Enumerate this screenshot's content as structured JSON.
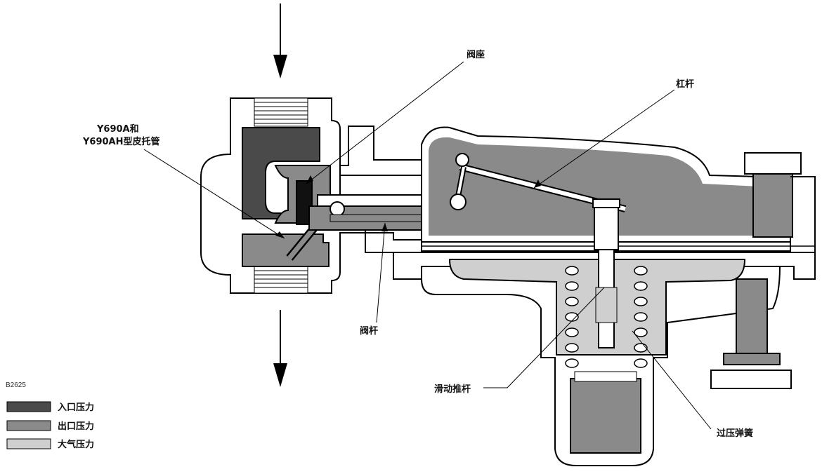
{
  "figure_code": "B2625",
  "labels": {
    "seat": "阀座",
    "lever": "杠杆",
    "pitot_line1": "Y690A和",
    "pitot_line2": "Y690AH型皮托管",
    "stem": "阀杆",
    "pusher": "滑动推杆",
    "relief_spring": "过压弹簧"
  },
  "legend": [
    {
      "label": "入口压力",
      "color": "#4a4a4a"
    },
    {
      "label": "出口压力",
      "color": "#8a8a8a"
    },
    {
      "label": "大气压力",
      "color": "#cfcfcf"
    }
  ],
  "colors": {
    "inlet": "#4a4a4a",
    "outlet": "#8a8a8a",
    "atmospheric": "#cfcfcf",
    "outline": "#000000",
    "body": "#ffffff"
  }
}
